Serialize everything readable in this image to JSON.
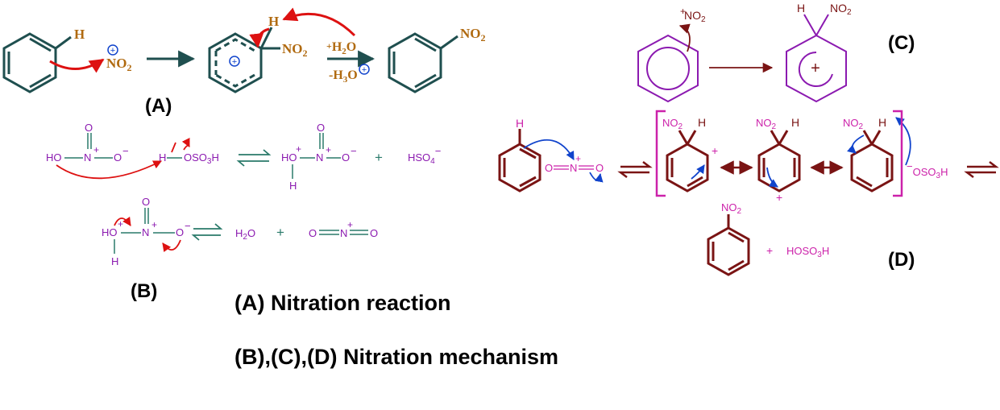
{
  "colors": {
    "teal": "#1f4f4f",
    "gold": "#b06a10",
    "red": "#dd1111",
    "blue": "#1144cc",
    "purple": "#8b1ab0",
    "magenta": "#cc22aa",
    "maroon": "#7a1414",
    "text_green": "#2a7a6a"
  },
  "panel_labels": {
    "a": "(A)",
    "b": "(B)",
    "c": "(C)",
    "d": "(D)"
  },
  "captions": {
    "line1": "(A) Nitration reaction",
    "line2": "(B),(C),(D) Nitration mechanism"
  },
  "a": {
    "h": "H",
    "plus": "+",
    "no": "NO",
    "sub2": "2",
    "water_plus": "+",
    "water_h": "H",
    "water_o": "O",
    "minus": "-",
    "h3o_h": "H",
    "h3o_3": "3",
    "h3o_o": "O"
  },
  "b": {
    "ho": "HO",
    "n": "N",
    "o": "O",
    "plus": "+",
    "minus": "−",
    "h": "H",
    "oso": "OSO",
    "sub3": "3",
    "sub4": "4",
    "hso": "HSO",
    "h2": "H",
    "sub2": "2",
    "h2o_o": "O"
  },
  "c": {
    "plus": "+",
    "no": "NO",
    "sub2": "2",
    "h": "H"
  },
  "d": {
    "h": "H",
    "o": "O",
    "n": "N",
    "plus": "+",
    "no": "NO",
    "sub2": "2",
    "minus": "−",
    "oso": "OSO",
    "sub3": "3",
    "hoso": "HOSO",
    "tail_h": "H"
  }
}
